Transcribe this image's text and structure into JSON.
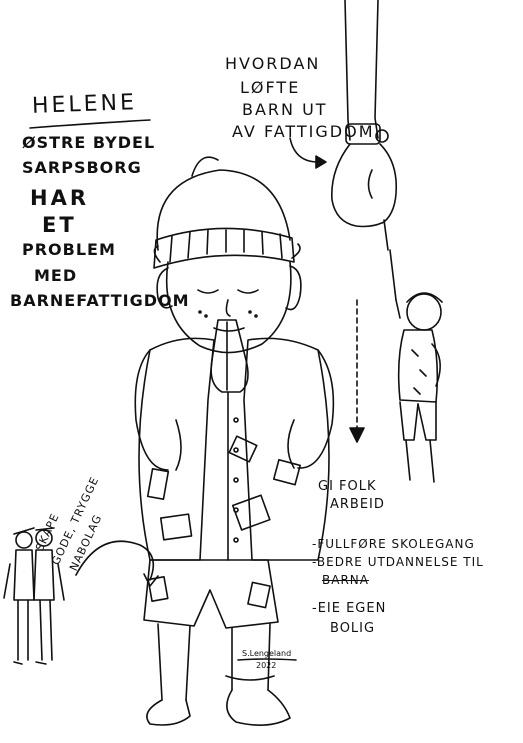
{
  "title": "HELENE",
  "left_lines": [
    "ØSTRE BYDEL",
    "SARPSBORG",
    "HAR",
    "ET",
    "PROBLEM",
    "MED",
    "BARNEFATTIGDOM"
  ],
  "question_lines": [
    "HVORDAN",
    "LØFTE",
    "BARN UT",
    "AV FATTIGDOM"
  ],
  "gi_lines": [
    "GI FOLK",
    "ARBEID"
  ],
  "right_notes": [
    "-FULLFØRE SKOLEGANG",
    "-BEDRE UTDANNELSE TIL",
    "BARNA"
  ],
  "own_home": [
    "-EIE EGEN",
    "BOLIG"
  ],
  "side_lines": [
    "SKAPE",
    "GODE, TRYGGE",
    "NABOLAG"
  ],
  "signature": [
    "S.Lengeland",
    "2022"
  ],
  "colors": {
    "ink": "#111111",
    "paper": "#ffffff"
  }
}
